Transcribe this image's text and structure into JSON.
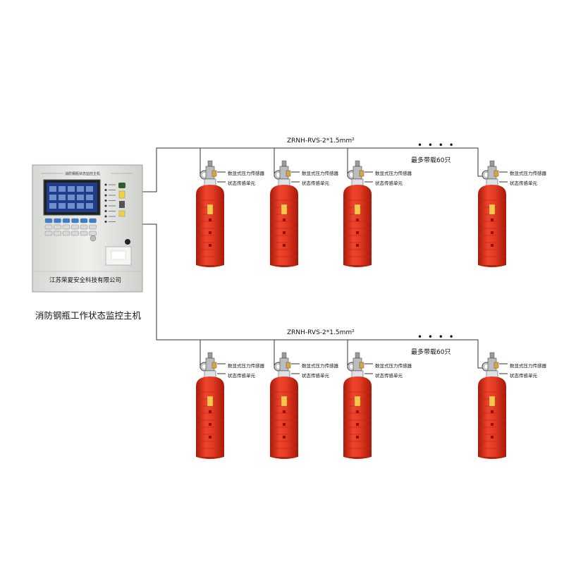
{
  "colors": {
    "cylinder_red": "#e23a22",
    "cylinder_dark": "#b81f10",
    "panel_body": "#e4e6e2",
    "screen": "#1f3d8a",
    "wire": "#333333"
  },
  "panel": {
    "header": "消防钢瓶状态监控主机",
    "company": "江苏荣夏安全科技有限公司",
    "caption": "消防钢瓶工作状态监控主机"
  },
  "rows": [
    {
      "cable_label": "ZRNH-RVS-2*1.5mm²",
      "ellipsis": "• • • •",
      "max_note": "最多带载60只",
      "cylinders": [
        {
          "label_pressure": "数显式压力传感器",
          "label_status": "状态传感单元"
        },
        {
          "label_pressure": "数显式压力传感器",
          "label_status": "状态传感单元"
        },
        {
          "label_pressure": "数显式压力传感器",
          "label_status": "状态传感单元"
        },
        {
          "label_pressure": "数显式压力传感器",
          "label_status": "状态传感单元"
        }
      ]
    },
    {
      "cable_label": "ZRNH-RVS-2*1.5mm²",
      "ellipsis": "• • • •",
      "max_note": "最多带载60只",
      "cylinders": [
        {
          "label_pressure": "数显式压力传感器",
          "label_status": "状态传感单元"
        },
        {
          "label_pressure": "数显式压力传感器",
          "label_status": "状态传感单元"
        },
        {
          "label_pressure": "数显式压力传感器",
          "label_status": "状态传感单元"
        },
        {
          "label_pressure": "数显式压力传感器",
          "label_status": "状态传感单元"
        }
      ]
    }
  ]
}
